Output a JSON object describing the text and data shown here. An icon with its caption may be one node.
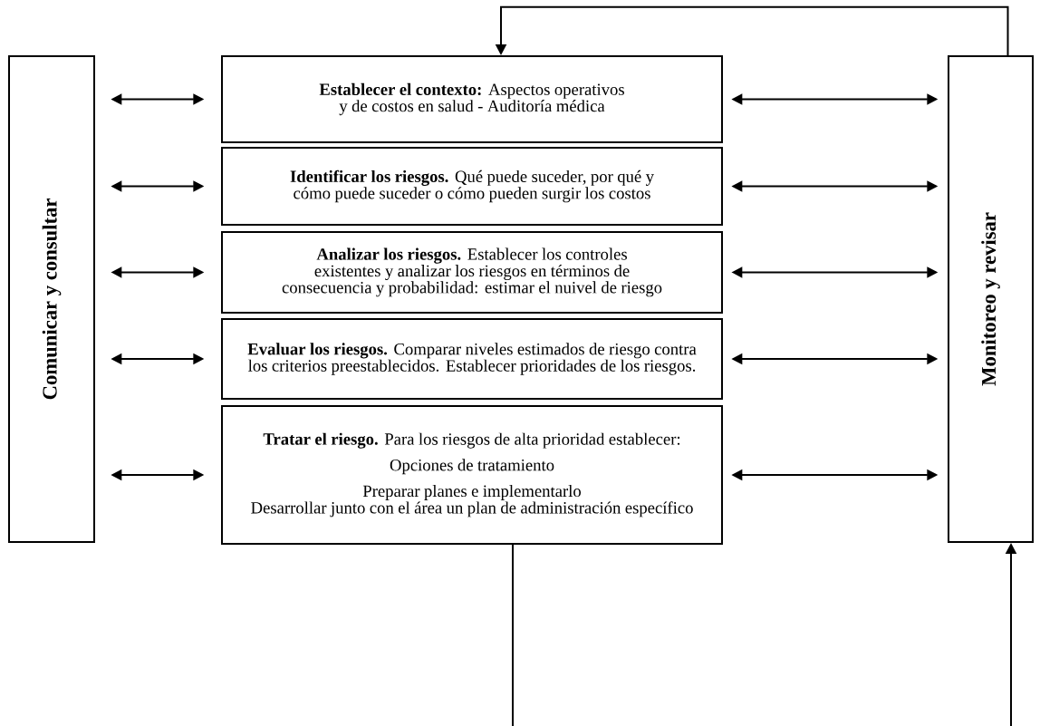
{
  "diagram": {
    "nodes": [
      {
        "text": [
          "Comunicar y consultar"
        ]
      },
      {
        "text": [
          "**Establecer el contexto:** Aspectos operativos y de costos en salud - Auditoría médica"
        ]
      },
      {
        "text": [
          "**Identificar los riesgos.** Qué puede suceder, por qué y cómo puede suceder o cómo pueden surgir los costos"
        ]
      },
      {
        "text": [
          "**Analizar los riesgos.** Establecer los controles existentes y analizar los riesgos en términos de consecuencia y probabilidad: estimar el nuivel de riesgo"
        ]
      },
      {
        "text": [
          "**Evaluar los riesgos.** Comparar niveles estimados de riesgo contra los criterios preestablecidos. Establecer prioridades de los riesgos."
        ]
      },
      {
        "text": [
          "**Tratar el riesgo.** Para los riesgos de alta prioridad establecer:",
          "Opciones de tratamiento",
          "Preparar planes e implementarlo",
          "Desarrollar junto con el área un plan de administración específico"
        ]
      },
      {
        "text": [
          "Monitoreo y revisar"
        ]
      }
    ],
    "edges": [
      {
        "from": 0,
        "to": 1,
        "arrow": "both"
      },
      {
        "from": 0,
        "to": 2,
        "arrow": "both"
      },
      {
        "from": 0,
        "to": 3,
        "arrow": "both"
      },
      {
        "from": 0,
        "to": 4,
        "arrow": "both"
      },
      {
        "from": 0,
        "to": 5,
        "arrow": "both"
      },
      {
        "from": 1,
        "to": 6,
        "arrow": "both"
      },
      {
        "from": 2,
        "to": 6,
        "arrow": "both"
      },
      {
        "from": 3,
        "to": 6,
        "arrow": "both"
      },
      {
        "from": 4,
        "to": 6,
        "arrow": "both"
      },
      {
        "from": 5,
        "to": 6,
        "arrow": "both"
      },
      {
        "from": 6,
        "to": 1,
        "arrow": "to"
      },
      {
        "from": 5,
        "to": null,
        "arrow": "none"
      },
      {
        "from": null,
        "to": 6,
        "arrow": "to"
      }
    ]
  }
}
